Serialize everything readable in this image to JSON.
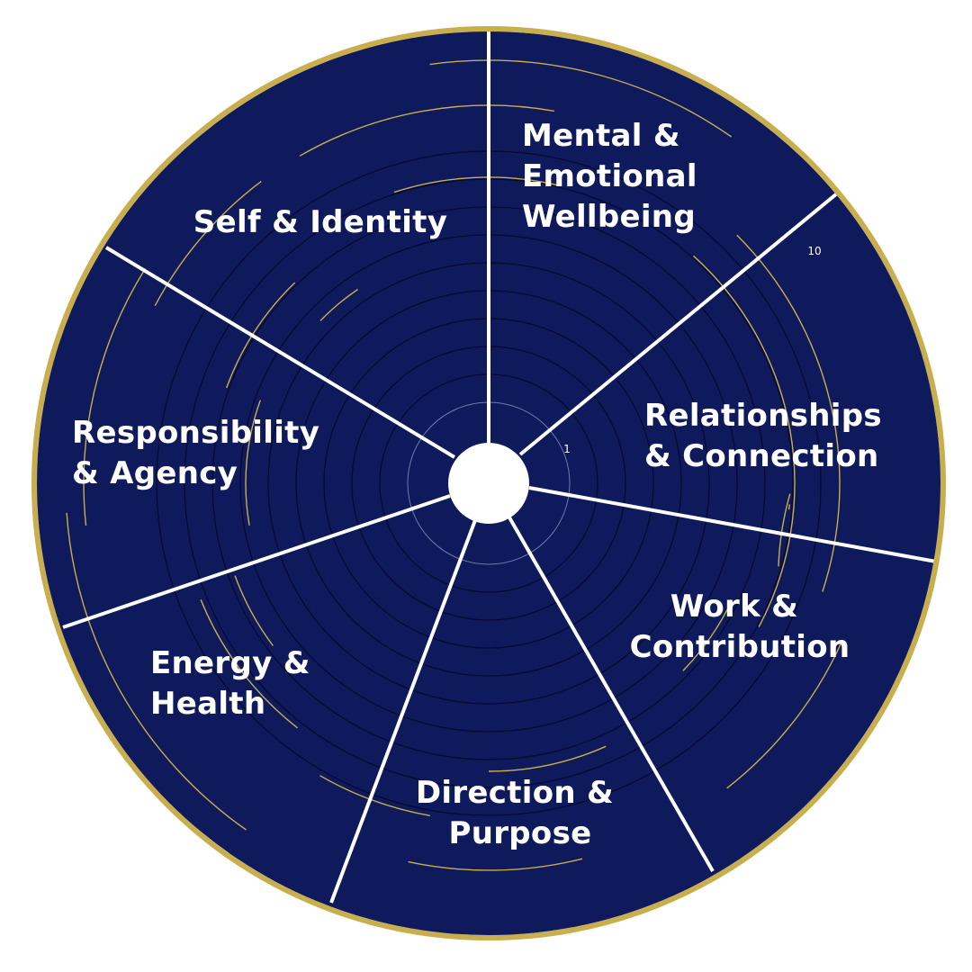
{
  "colors": {
    "background": "#ffffff",
    "wheel_fill": "#0e1a5c",
    "rim": "#c9ae4d",
    "divider": "#ffffff",
    "ring": "#05082a",
    "arc": "#c9ae4d",
    "hub": "#ffffff",
    "text": "#ffffff"
  },
  "ring_count": 10,
  "scale": {
    "min_label": "1",
    "max_label": "10"
  },
  "segments": [
    {
      "id": "mental-emotional-wellbeing",
      "label_lines": [
        "Mental &",
        "Emotional",
        "Wellbeing"
      ]
    },
    {
      "id": "relationships-connection",
      "label_lines": [
        "Relationships",
        "& Connection"
      ]
    },
    {
      "id": "work-contribution",
      "label_lines": [
        "Work &",
        "Contribution"
      ]
    },
    {
      "id": "direction-purpose",
      "label_lines": [
        "Direction &",
        "Purpose"
      ]
    },
    {
      "id": "energy-health",
      "label_lines": [
        "Energy &",
        "Health"
      ]
    },
    {
      "id": "responsibility-agency",
      "label_lines": [
        "Responsibility",
        "& Agency"
      ]
    },
    {
      "id": "self-identity",
      "label_lines": [
        "Self & Identity"
      ]
    }
  ]
}
